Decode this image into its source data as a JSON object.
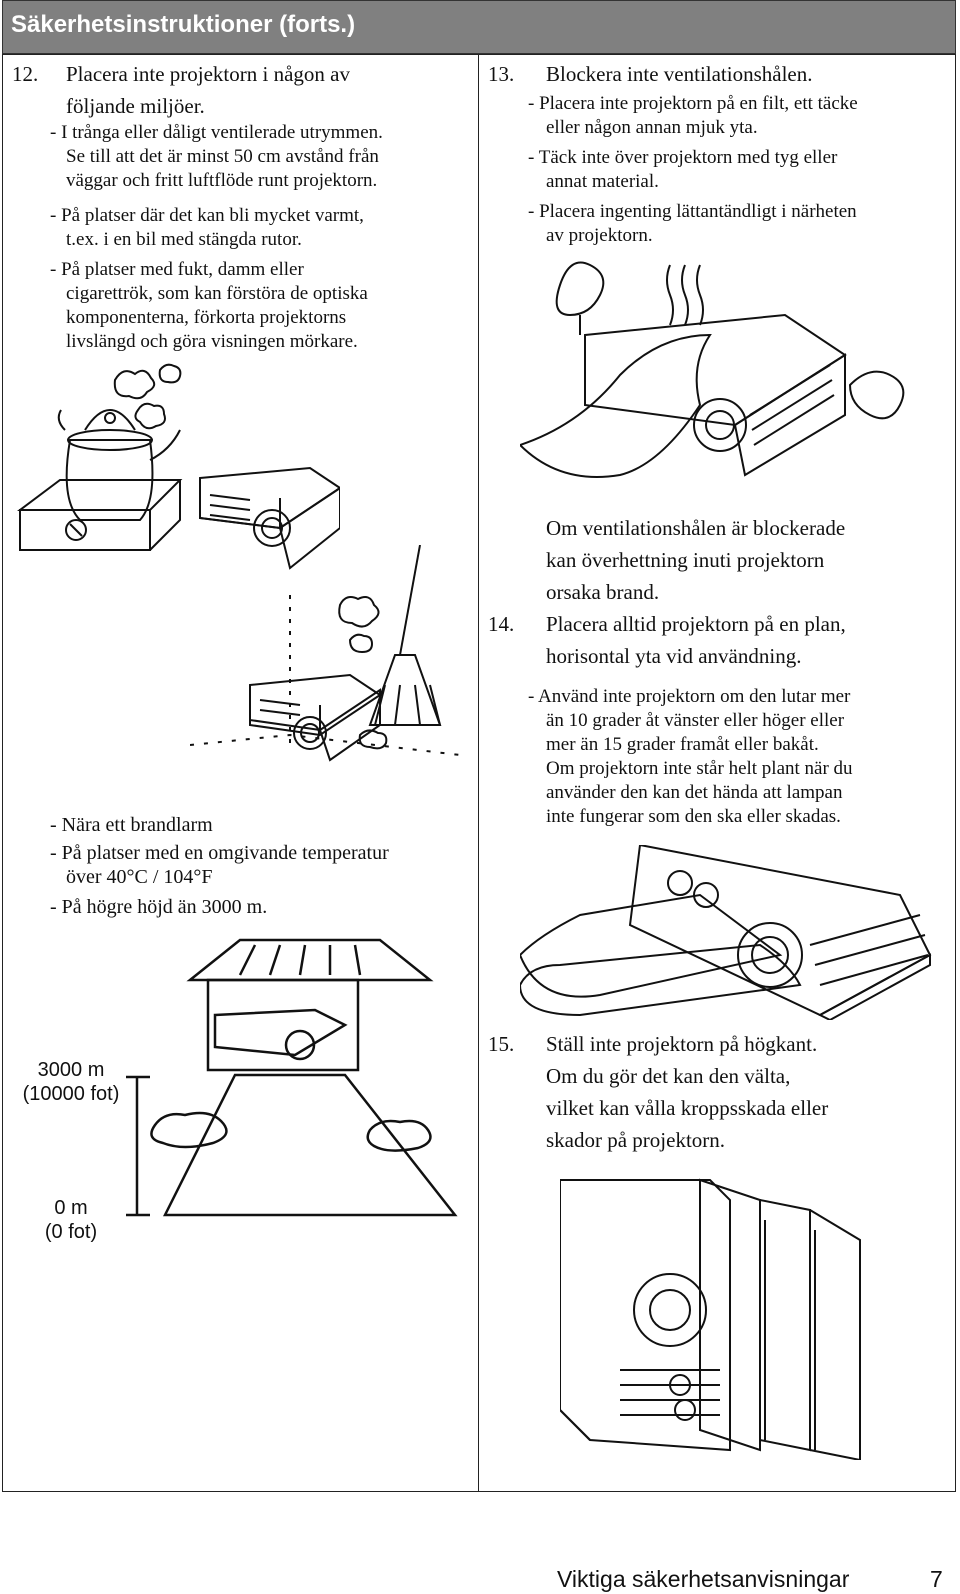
{
  "header": {
    "title": "Säkerhetsinstruktioner (forts.)"
  },
  "item12": {
    "number": "12.",
    "title_line1": "Placera inte projektorn i någon av",
    "title_line2": "följande miljöer.",
    "b1_l1": "- I trånga eller dåligt ventilerade utrymmen.",
    "b1_l2": "Se till att det är minst 50 cm avstånd från",
    "b1_l3": "väggar och fritt luftflöde runt projektorn.",
    "b2_l1": "- På platser där det kan bli mycket varmt,",
    "b2_l2": "t.ex. i en bil med stängda rutor.",
    "b3_l1": "- På platser med fukt, damm eller",
    "b3_l2": "cigarettrök, som kan förstöra de optiska",
    "b3_l3": "komponenterna, förkorta projektorns",
    "b3_l4": "livslängd och göra visningen mörkare.",
    "b4": "- Nära ett brandlarm",
    "b5_l1": "- På platser med en omgivande temperatur",
    "b5_l2": "över 40°C / 104°F",
    "b6": "- På högre höjd än 3000 m."
  },
  "altitude": {
    "top_line1": "3000 m",
    "top_line2": "(10000 fot)",
    "bottom_line1": "0 m",
    "bottom_line2": "(0 fot)"
  },
  "item13": {
    "number": "13.",
    "title": "Blockera inte ventilationshålen.",
    "b1_l1": "- Placera inte projektorn på en filt, ett täcke",
    "b1_l2": "eller någon annan mjuk yta.",
    "b2_l1": "- Täck inte över projektorn med tyg eller",
    "b2_l2": "annat material.",
    "b3_l1": "- Placera ingenting lättantändligt i närheten",
    "b3_l2": "av projektorn.",
    "note_l1": "Om ventilationshålen är blockerade",
    "note_l2": "kan överhettning inuti projektorn",
    "note_l3": "orsaka brand."
  },
  "item14": {
    "number": "14.",
    "title_l1": "Placera alltid projektorn på en plan,",
    "title_l2": "horisontal yta vid användning.",
    "b1_l1": "- Använd inte projektorn om den lutar mer",
    "b1_l2": "än 10 grader åt vänster eller höger eller",
    "b1_l3": "mer än 15 grader framåt eller bakåt.",
    "b1_l4": "Om projektorn inte står helt plant när du",
    "b1_l5": "använder den kan det hända att lampan",
    "b1_l6": "inte fungerar som den ska eller skadas."
  },
  "item15": {
    "number": "15.",
    "l1": "Ställ inte projektorn på högkant.",
    "l2": "Om du gör det kan den välta,",
    "l3": "vilket kan vålla kroppsskada eller",
    "l4": "skador på projektorn."
  },
  "footer": {
    "section": "Viktiga säkerhetsanvisningar",
    "page": "7"
  }
}
